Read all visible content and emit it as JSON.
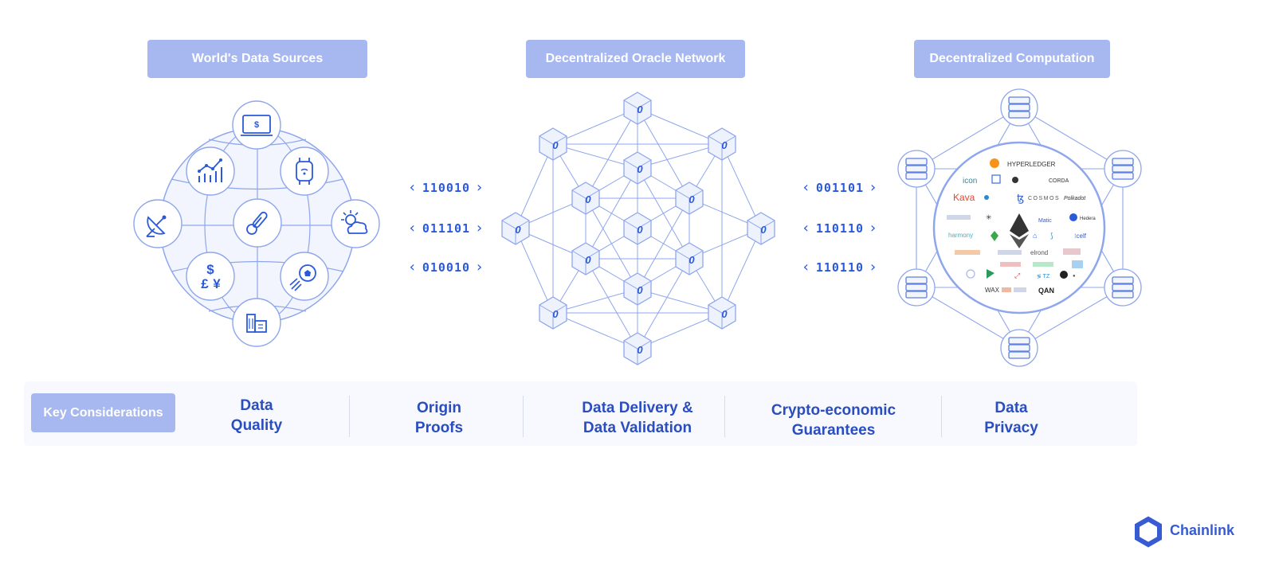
{
  "headers": {
    "sources": "World's Data Sources",
    "oracle": "Decentralized Oracle Network",
    "compute": "Decentralized Computation"
  },
  "binary_left": [
    "110010",
    "011101",
    "010010"
  ],
  "binary_right": [
    "001101",
    "110110",
    "110110"
  ],
  "source_icons": [
    "payment-icon",
    "chart-icon",
    "smartwatch-icon",
    "satellite-icon",
    "thermometer-icon",
    "weather-icon",
    "currency-icon",
    "sports-icon",
    "buildings-icon"
  ],
  "blockchain_logos": {
    "hyperledger": "HYPERLEDGER",
    "icon": "icon",
    "corda": "CORDA",
    "kava": "Kava",
    "cosmos": "COSMOS",
    "polkadot": "Polkadot",
    "harmony": "harmony",
    "matic": "Matic",
    "hedera": "Hedera",
    "celo": "celo",
    "elrond": "elrond",
    "qan": "QAN"
  },
  "considerations": {
    "label": "Key Considerations",
    "items": [
      {
        "line1": "Data",
        "line2": "Quality"
      },
      {
        "line1": "Origin",
        "line2": "Proofs"
      },
      {
        "line1": "Data Delivery &",
        "line2": "Data Validation"
      },
      {
        "line1": "Crypto-economic",
        "line2": "Guarantees"
      },
      {
        "line1": "Data",
        "line2": "Privacy"
      }
    ]
  },
  "brand": "Chainlink",
  "colors": {
    "accent": "#2a5ada",
    "pill": "#a6b8ef",
    "line": "#8ea6ec",
    "node_fill": "#eef2fd"
  }
}
